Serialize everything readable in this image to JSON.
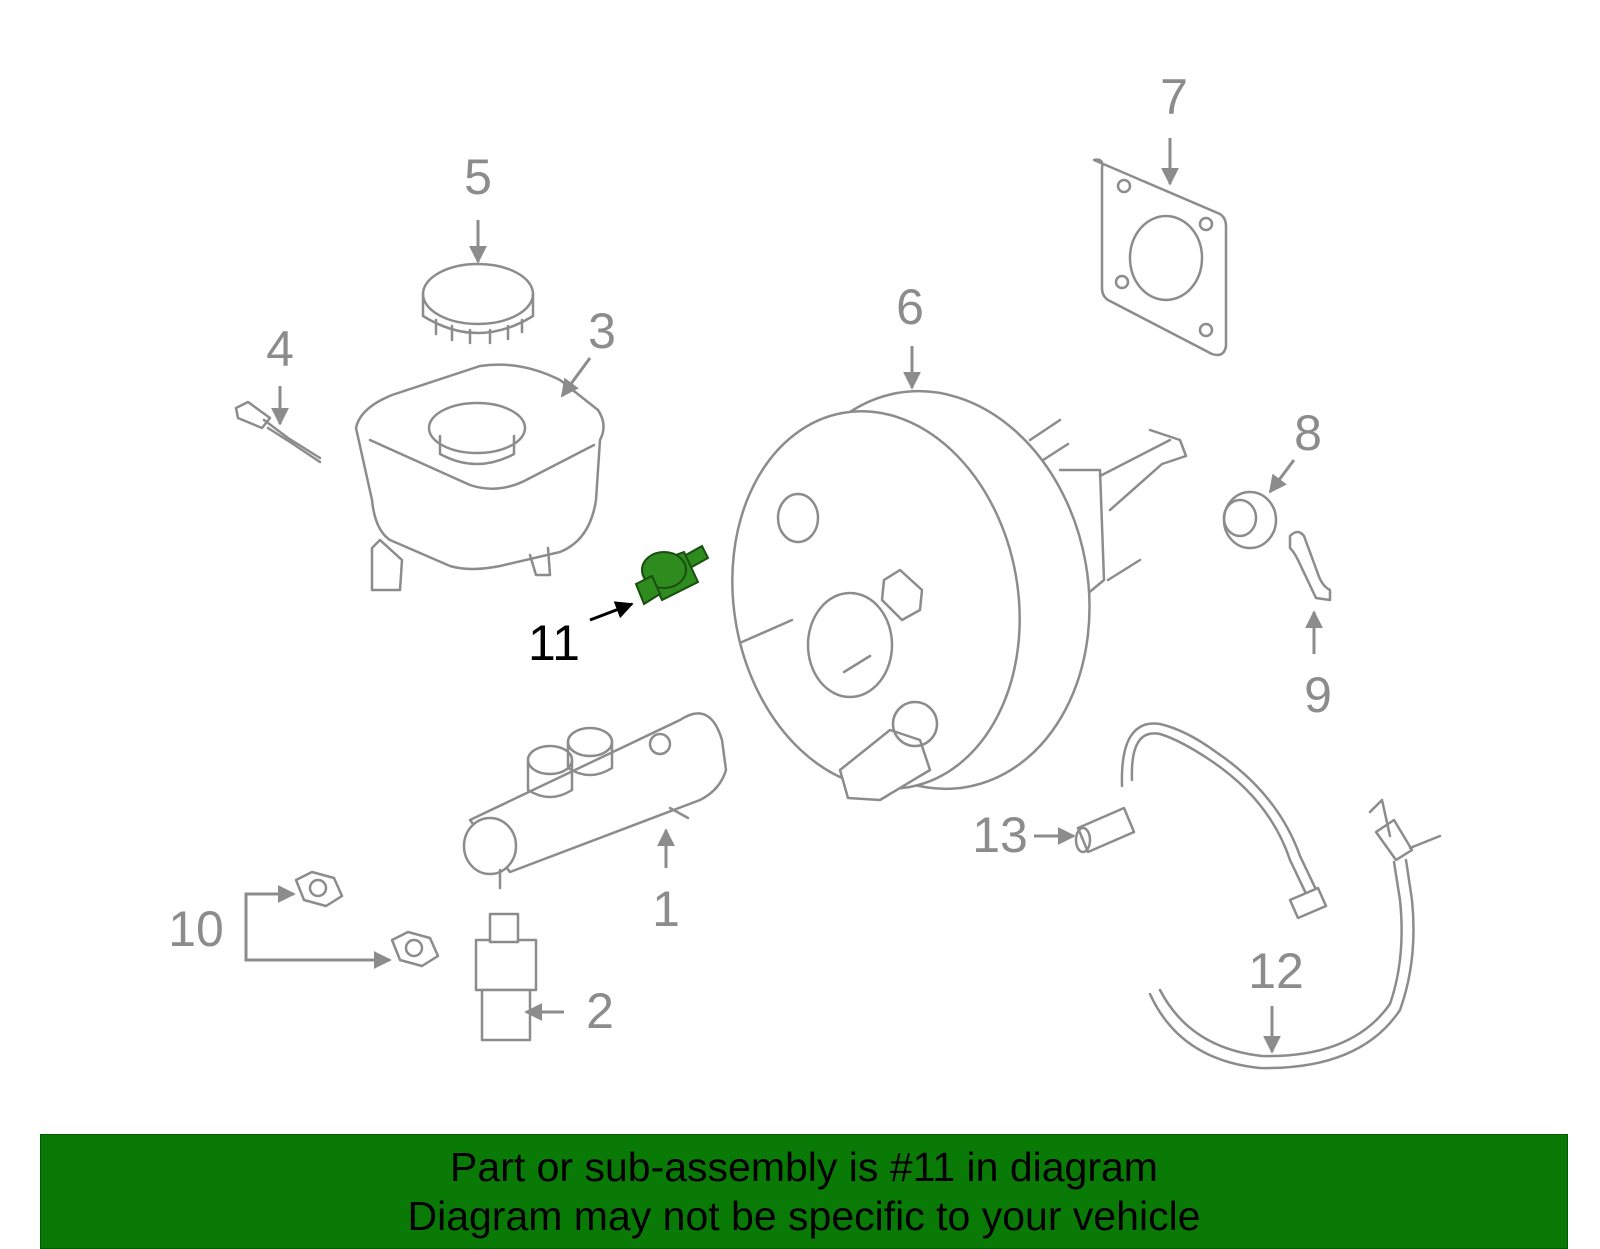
{
  "colors": {
    "part_stroke": "#8c8c8c",
    "highlight_part": "#2e8b1e",
    "banner_background": "#0a7a06",
    "highlight_label": "#000000"
  },
  "callouts": {
    "c1": "1",
    "c2": "2",
    "c3": "3",
    "c4": "4",
    "c5": "5",
    "c6": "6",
    "c7": "7",
    "c8": "8",
    "c9": "9",
    "c10": "10",
    "c11": "11",
    "c12": "12",
    "c13": "13"
  },
  "highlighted_callout": "11",
  "banner": {
    "line1": "Part or sub-assembly is #11 in diagram",
    "line2": "Diagram may not be specific to your vehicle"
  }
}
